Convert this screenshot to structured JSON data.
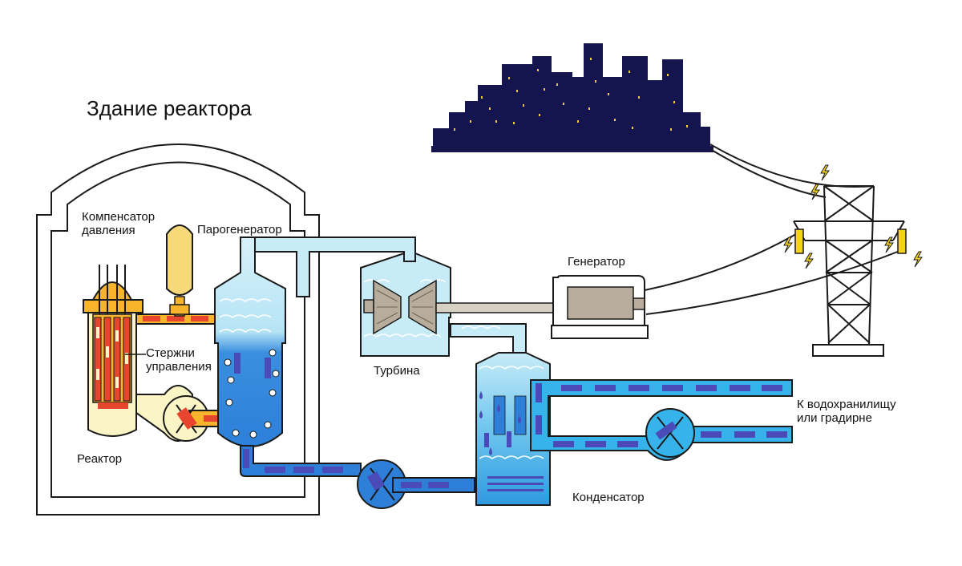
{
  "title": "Здание реактора",
  "labels": {
    "pressurizer": "Компенсатор\nдавления",
    "steam_generator": "Парогенератор",
    "generator": "Генератор",
    "control_rods": "Стержни\nуправления",
    "turbine": "Турбина",
    "reactor": "Реактор",
    "to_reservoir": "К водохранилищу\nили градирне",
    "condenser": "Конденсатор"
  },
  "colors": {
    "outline": "#1a1a1a",
    "primary_loop": "#f7b42c",
    "primary_dash": "#e8452f",
    "coolant_dark": "#2d7fd8",
    "coolant_dash": "#4a4ab8",
    "cooling_water": "#35b3ea",
    "steam": "#c7ecf7",
    "reactor_core": "#fbf4c4",
    "turbine_gray": "#b8ad9c",
    "city": "#14154f",
    "city_window": "#f2c94c",
    "spark": "#f5d31d"
  }
}
